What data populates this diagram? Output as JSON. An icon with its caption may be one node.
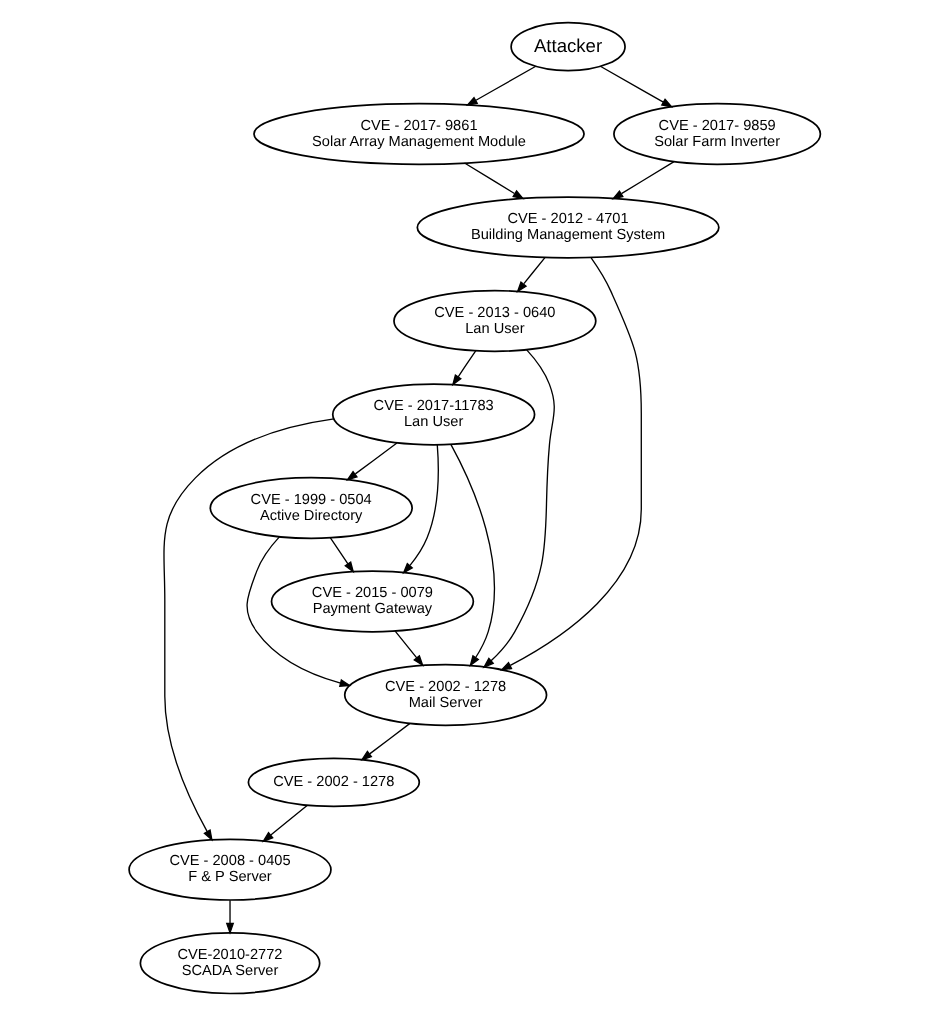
{
  "diagram": {
    "nodes": [
      {
        "text": [
          "Attacker"
        ]
      },
      {
        "text": [
          "CVE - 2017- 9861",
          "Solar Array Management Module"
        ]
      },
      {
        "text": [
          "CVE - 2017- 9859",
          "Solar Farm Inverter"
        ]
      },
      {
        "text": [
          "CVE - 2012 - 4701",
          "Building Management System"
        ]
      },
      {
        "text": [
          "CVE - 2013 - 0640",
          "Lan User"
        ]
      },
      {
        "text": [
          "CVE - 2017-11783",
          "Lan User"
        ]
      },
      {
        "text": [
          "CVE - 2002 - 1278",
          "Mail Server"
        ]
      },
      {
        "text": [
          "CVE - 2015 - 0079",
          "Payment Gateway"
        ]
      },
      {
        "text": [
          "CVE - 1999 - 0504",
          "Active Directory"
        ]
      },
      {
        "text": [
          "CVE - 2002 - 1278"
        ]
      },
      {
        "text": [
          "CVE - 2008 - 0405",
          "F & P Server"
        ]
      },
      {
        "text": [
          "CVE-2010-2772",
          "SCADA Server"
        ]
      }
    ],
    "edges": [
      {
        "from": 0,
        "to": 1,
        "arrow": "to"
      },
      {
        "from": 0,
        "to": 2,
        "arrow": "to"
      },
      {
        "from": 1,
        "to": 3,
        "arrow": "to"
      },
      {
        "from": 2,
        "to": 3,
        "arrow": "to"
      },
      {
        "from": 3,
        "to": 6,
        "arrow": "to"
      },
      {
        "from": 3,
        "to": 4,
        "arrow": "to"
      },
      {
        "from": 4,
        "to": 5,
        "arrow": "to"
      },
      {
        "from": 4,
        "to": 6,
        "arrow": "to"
      },
      {
        "from": 5,
        "to": 6,
        "arrow": "to"
      },
      {
        "from": 5,
        "to": 7,
        "arrow": "to"
      },
      {
        "from": 5,
        "to": 8,
        "arrow": "to"
      },
      {
        "from": 5,
        "to": 10,
        "arrow": "to"
      },
      {
        "from": 7,
        "to": 6,
        "arrow": "to"
      },
      {
        "from": 8,
        "to": 7,
        "arrow": "to"
      },
      {
        "from": 8,
        "to": 6,
        "arrow": "to"
      },
      {
        "from": 6,
        "to": 9,
        "arrow": "to"
      },
      {
        "from": 9,
        "to": 10,
        "arrow": "to"
      },
      {
        "from": 10,
        "to": 11,
        "arrow": "to"
      }
    ]
  }
}
